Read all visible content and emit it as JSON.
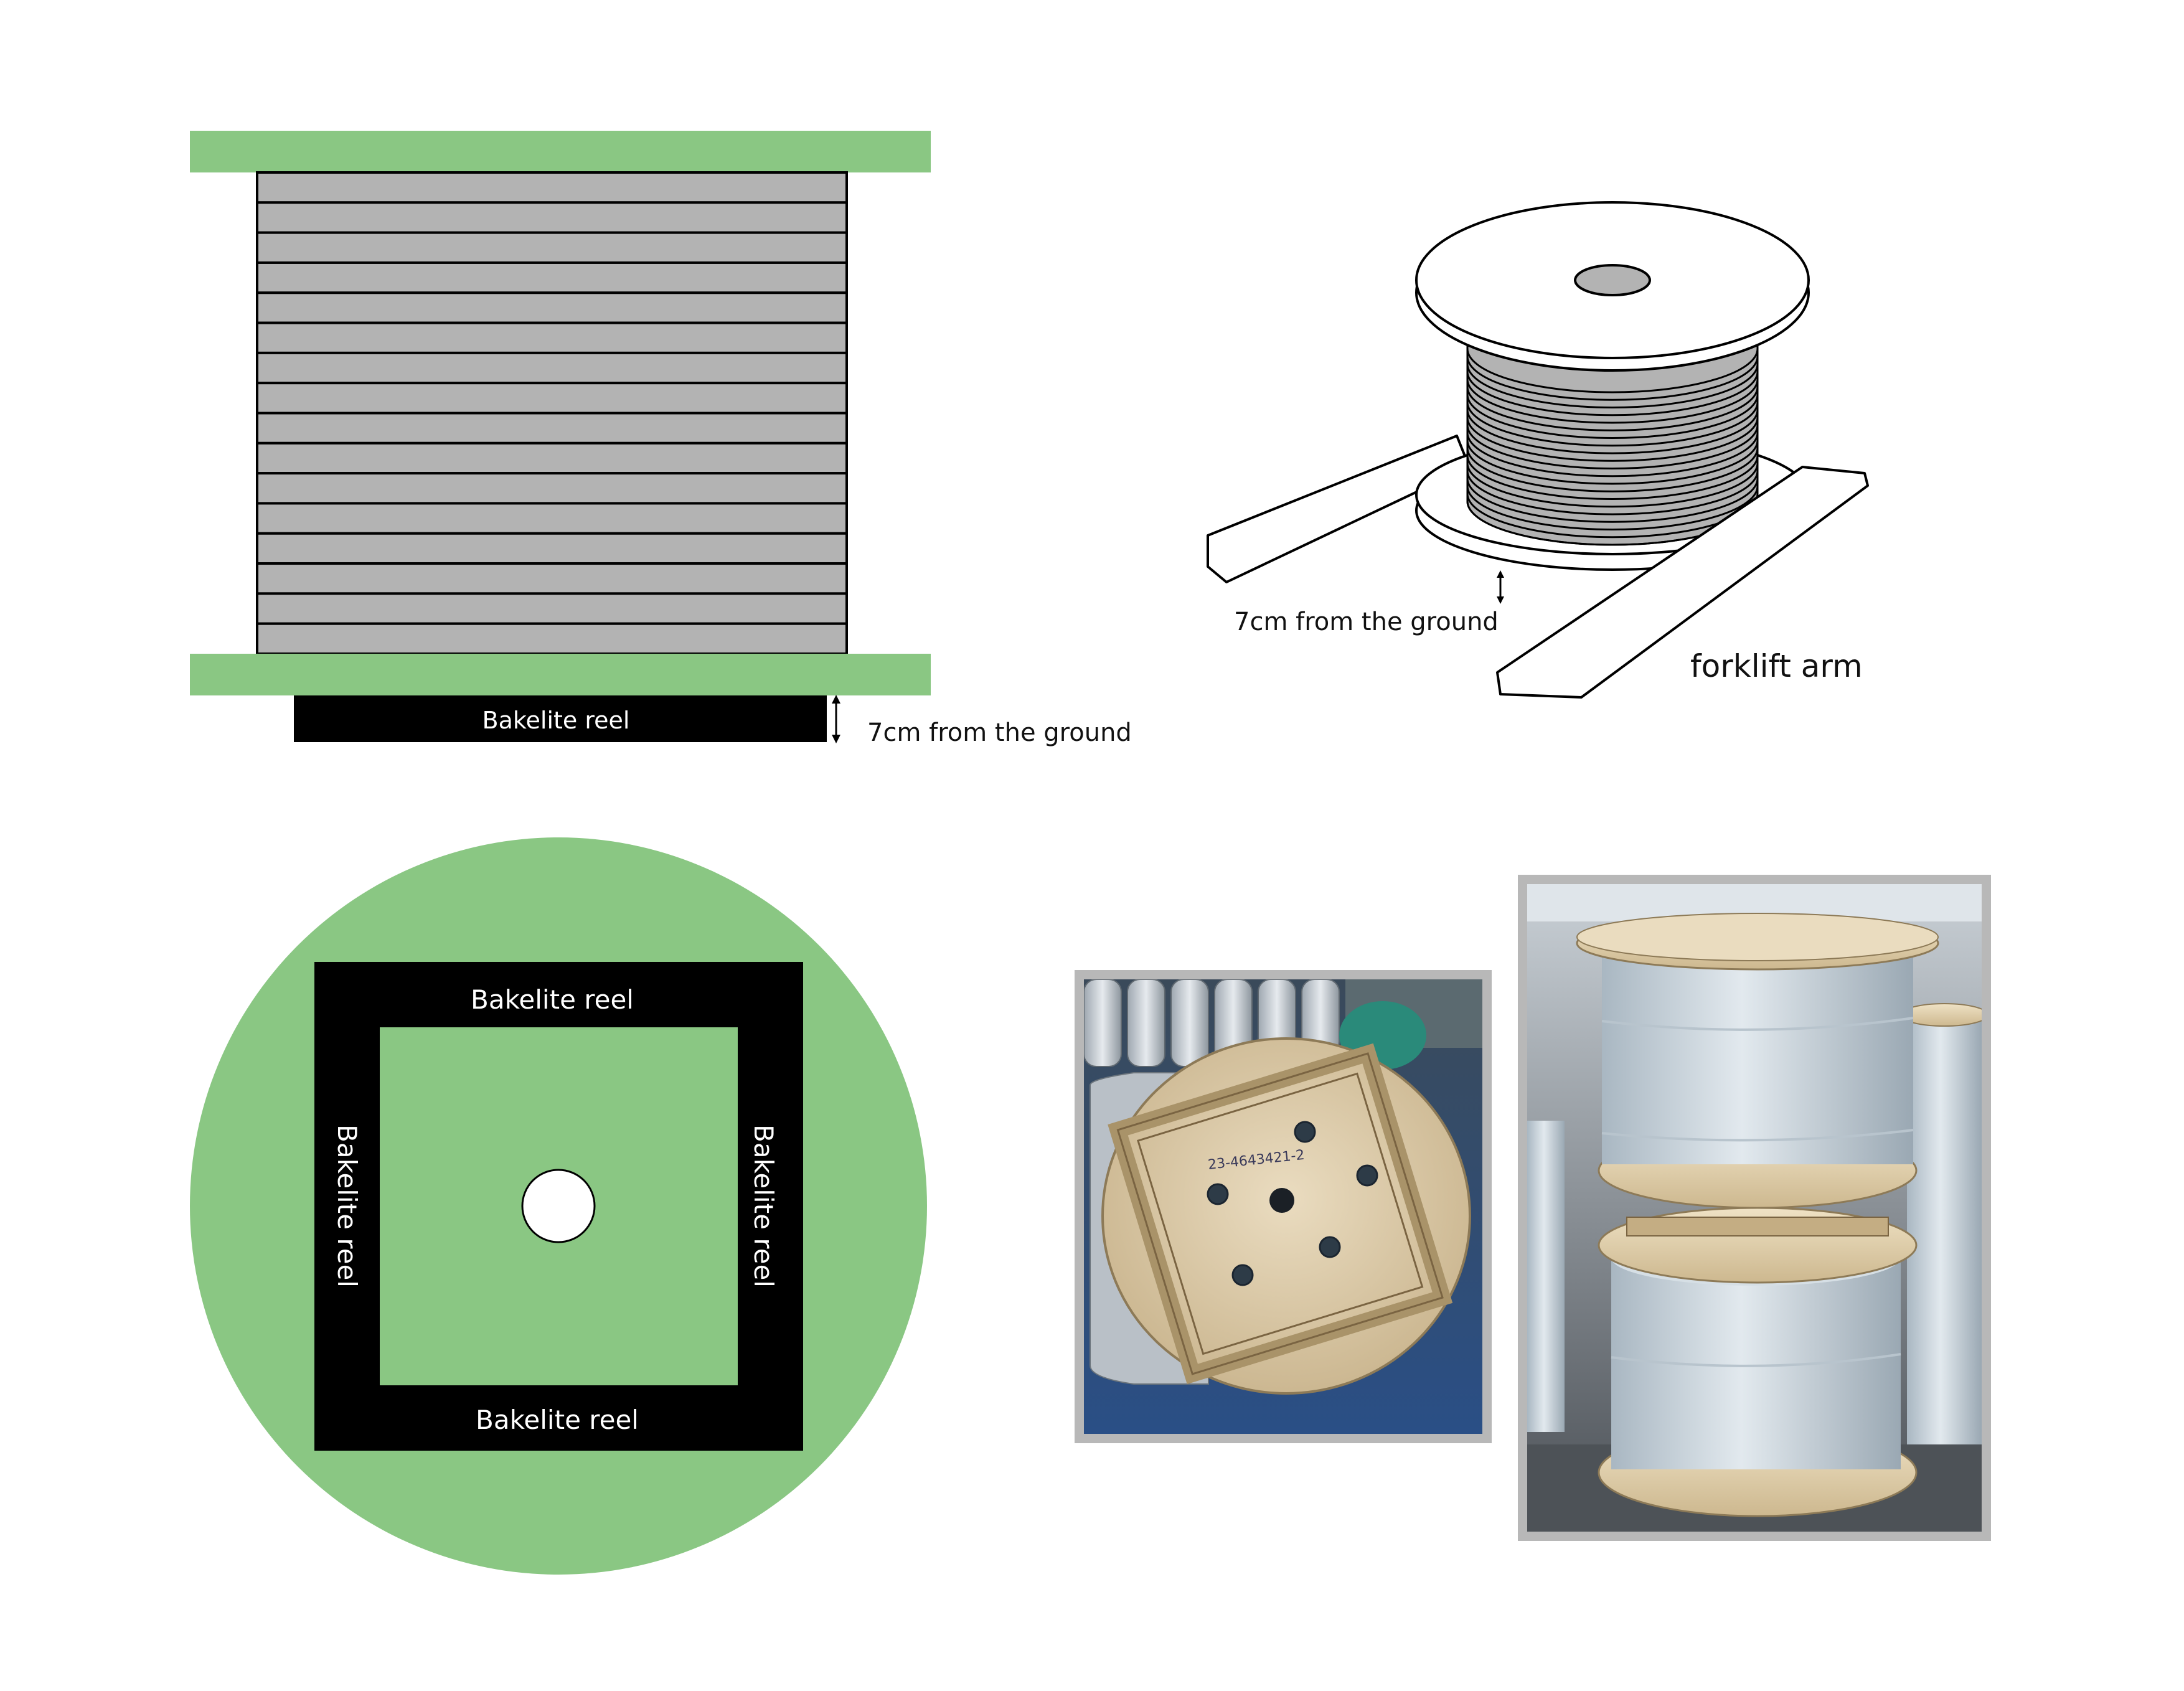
{
  "colors": {
    "flange_green": "#8ac783",
    "cable_gray": "#b3b3b3",
    "reel_black": "#000000",
    "frame_gray": "#b8b8b8"
  },
  "side_view": {
    "bakelite_label": "Bakelite reel",
    "ground_label": "7cm from the ground",
    "cable_layers": 16
  },
  "isometric_view": {
    "ground_label": "7cm from the ground",
    "forklift_label": "forklift arm"
  },
  "top_view": {
    "top_label": "Bakelite reel",
    "bottom_label": "Bakelite reel",
    "left_label": "Bakelite reel",
    "right_label": "Bakelite reel"
  },
  "photos": {
    "photo1_marking": "23-4643421-2"
  }
}
